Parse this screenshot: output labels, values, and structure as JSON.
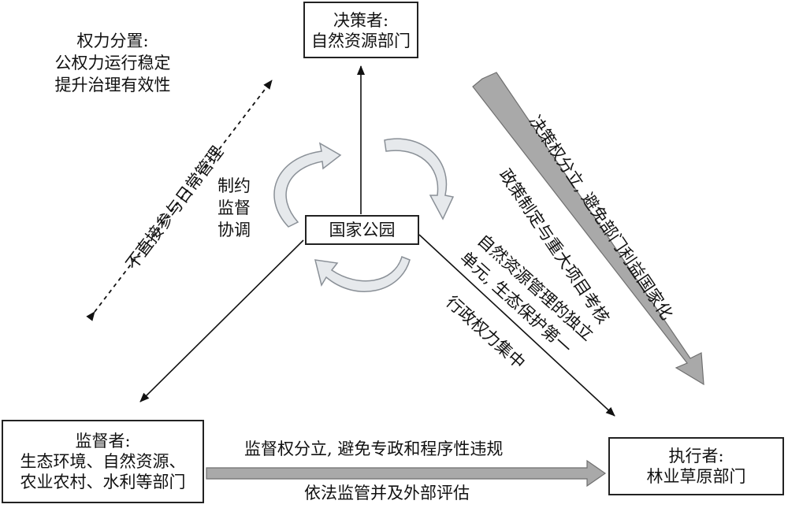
{
  "decider": {
    "title": "决策者:",
    "name": "自然资源部门"
  },
  "supervisor": {
    "title": "监督者:",
    "line1": "生态环境、自然资源、",
    "line2": "农业农村、水利等部门"
  },
  "executor": {
    "title": "执行者:",
    "name": "林业草原部门"
  },
  "center": {
    "label": "国家公园"
  },
  "power_separation": {
    "line1": "权力分置:",
    "line2": "公权力运行稳定",
    "line3": "提升治理有效性"
  },
  "cycle_labels": {
    "line1": "制约",
    "line2": "监督",
    "line3": "协调"
  },
  "dashed_label": "不直接参与日常管理",
  "right_arrow_label": "决策权分立, 避免部门利益国家化",
  "policy_label": "政策制定与重大项目考核",
  "middle_label": {
    "line1": "自然资源管理的独立",
    "line2": "单元, 生态保护第一",
    "line3": "行政权力集中"
  },
  "bottom_arrow": {
    "top": "监督权分立, 避免专政和程序性违规",
    "bottom": "依法监管并及外部评估"
  },
  "colors": {
    "arrow_fill": "#a9a9a9",
    "arrow_stroke": "#6f6f6f",
    "cycle_fill": "#e6e9ec",
    "cycle_stroke": "#8a9097"
  }
}
